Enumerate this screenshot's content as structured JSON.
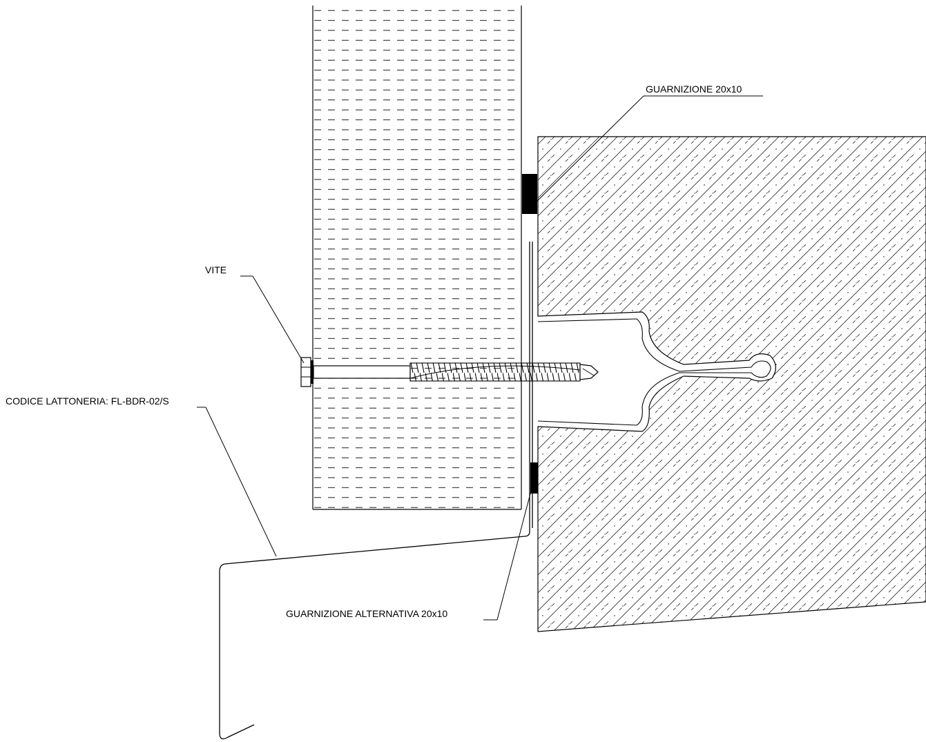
{
  "labels": {
    "guarnizione_top": "GUARNIZIONE 20x10",
    "vite": "VITE",
    "codice_lattoneria": "CODICE LATTONERIA: FL-BDR-02/S",
    "guarnizione_alternativa": "GUARNIZIONE ALTERNATIVA 20x10"
  },
  "colors": {
    "line": "#000000",
    "background": "#ffffff"
  }
}
